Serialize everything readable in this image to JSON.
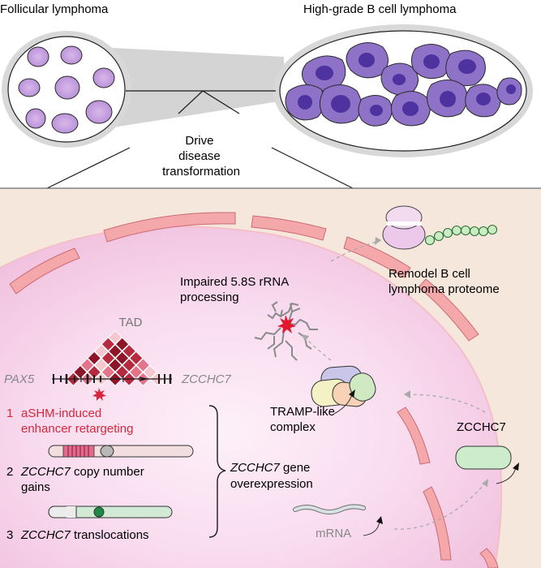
{
  "top": {
    "left_title": "Follicular lymphoma",
    "right_title": "High-grade B cell lymphoma",
    "drive_lines": [
      "Drive",
      "disease",
      "transformation"
    ]
  },
  "cell": {
    "tad_label": "TAD",
    "gene_left": "PAX5",
    "gene_right": "ZCCHC7",
    "mech1": {
      "num": "1",
      "lines": [
        "aSHM-induced",
        "enhancer retargeting"
      ]
    },
    "mech2": {
      "num": "2",
      "gene": "ZCCHC7",
      "rest": " copy number",
      "line2": "gains"
    },
    "mech3": {
      "num": "3",
      "gene": "ZCCHC7",
      "rest": " translocations"
    },
    "overexpression": {
      "gene": "ZCCHC7",
      "rest": " gene",
      "line2": "overexpression"
    },
    "rrna_lines": [
      "Impaired 5.8S rRNA",
      "processing"
    ],
    "tramp_lines": [
      "TRAMP-like",
      "complex"
    ],
    "remodel_lines": [
      "Remodel B cell",
      "lymphoma proteome"
    ],
    "protein_label": "ZCCHC7",
    "mrna_label": "mRNA"
  },
  "colors": {
    "accent_red": "#d7263d",
    "panel_bg": "#f6e7dc",
    "nucleus_pink": "#f7d6ea",
    "membrane": "#f2a9a7",
    "lymphoma_purple": "#6a4fb0",
    "follicular_purple": "#b38bd4"
  }
}
